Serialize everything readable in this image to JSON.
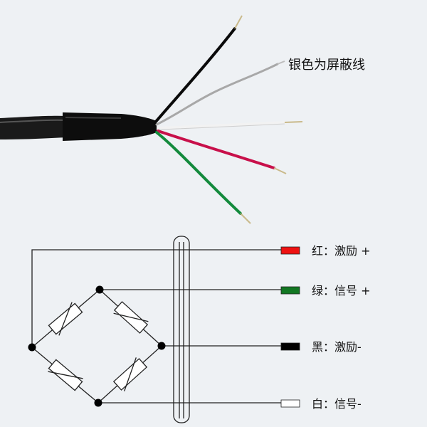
{
  "annotations": {
    "shield_note": "银色为屏蔽线"
  },
  "wires": [
    {
      "color_name": "red",
      "swatch": "#ee1111",
      "label": "红：激励 +"
    },
    {
      "color_name": "green",
      "swatch": "#117722",
      "label": "绿：信号 +"
    },
    {
      "color_name": "black",
      "swatch": "#000000",
      "label": "黑：激励-"
    },
    {
      "color_name": "white",
      "swatch": "#ffffff",
      "label": "白：信号-"
    }
  ],
  "cable_colors": {
    "jacket": "#111111",
    "shield": "#a8a8a8",
    "white": "#f2f2f2",
    "red": "#c8104a",
    "green": "#138a3c",
    "black": "#0a0a0a",
    "copper_tip": "#c9b98a"
  }
}
